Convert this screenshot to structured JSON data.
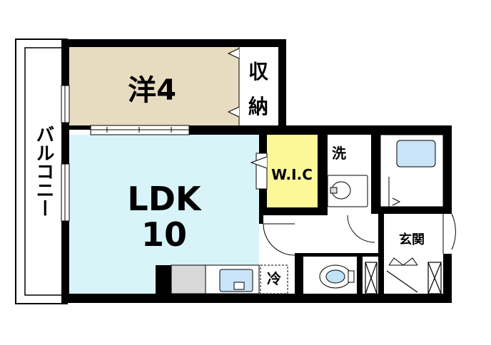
{
  "rooms": {
    "western": "洋4",
    "storage_top": "収",
    "storage_bottom": "納",
    "wic": "W.I.C",
    "ldk_top": "LDK",
    "ldk_bottom": "10",
    "washroom": "洗",
    "entrance": "玄関",
    "fridge": "冷",
    "balcony": "バルコニー"
  },
  "colors": {
    "western_room": "#e8dcc0",
    "ldk": "#d9f4f8",
    "wic": "#fcf89a",
    "wall": "#000000",
    "kitchen_counter": "#d8d8d8",
    "bath_tub": "#c9e4f8",
    "toilet_tank": "#bfe3f7"
  }
}
